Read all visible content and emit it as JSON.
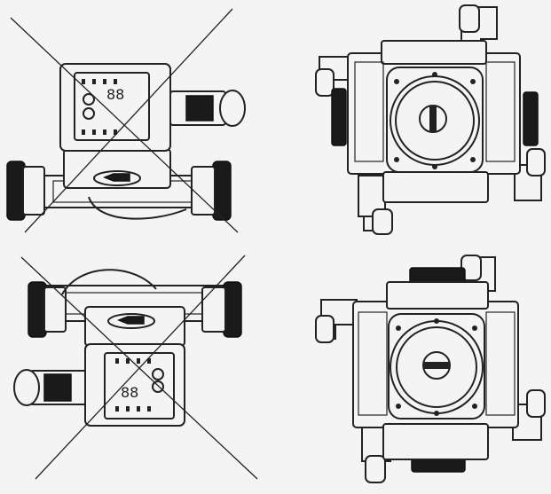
{
  "diagram": {
    "panels": [
      {
        "id": "top-left",
        "orientation": "horizontal-motor-terminal-box-up",
        "status": "incorrect"
      },
      {
        "id": "top-right",
        "orientation": "vertical-pipe-face-view",
        "status": "correct"
      },
      {
        "id": "bottom-left",
        "orientation": "horizontal-motor-terminal-box-down",
        "status": "incorrect"
      },
      {
        "id": "bottom-right",
        "orientation": "vertical-pipe-face-view-rotated",
        "status": "correct"
      }
    ],
    "colors": {
      "background": "#f4f4f4",
      "line": "#222222",
      "dark_parts": "#1a1a1a"
    }
  }
}
